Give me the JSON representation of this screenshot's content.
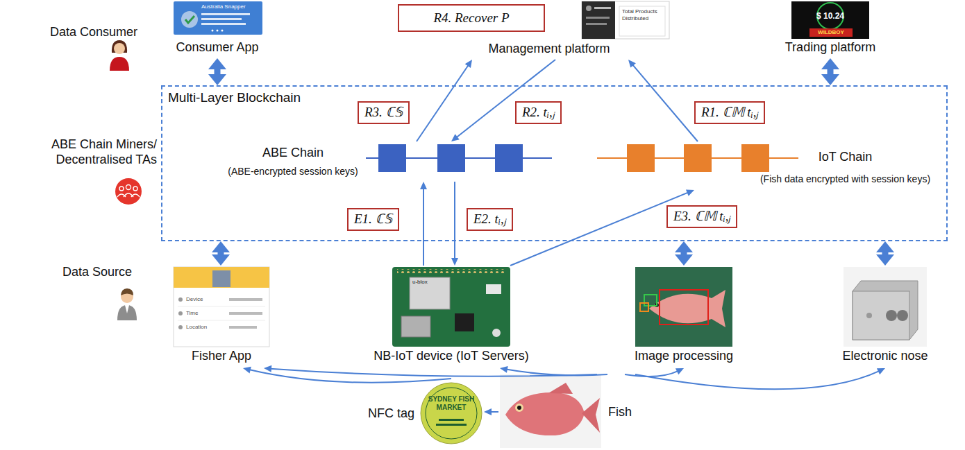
{
  "diagram": {
    "nodes": [
      {
        "text": [
          "Consumer App"
        ]
      },
      {
        "text": [
          "Management platform"
        ]
      },
      {
        "text": [
          "Trading platform"
        ]
      },
      {
        "text": [
          "R4. Recover P"
        ]
      },
      {
        "text": [
          "Multi-Layer Blockchain"
        ]
      },
      {
        "text": [
          "ABE Chain",
          "(ABE-encrypted session keys)"
        ],
        "in": 4
      },
      {
        "text": [
          "IoT Chain",
          "(Fish data encrypted with session keys)"
        ],
        "in": 4
      },
      {
        "text": [
          "Fisher App"
        ]
      },
      {
        "text": [
          "NB-IoT device (IoT Servers)"
        ]
      },
      {
        "text": [
          "Image processing"
        ]
      },
      {
        "text": [
          "Electronic nose"
        ]
      },
      {
        "text": [
          "NFC tag"
        ]
      },
      {
        "text": [
          "Fish"
        ]
      }
    ],
    "edges": [
      {
        "from": 0,
        "to": 4,
        "arrow": "both"
      },
      {
        "from": 2,
        "to": 4,
        "arrow": "both"
      },
      {
        "from": 5,
        "to": 1,
        "label": "R3. ℂ𝕊",
        "arrow": "to"
      },
      {
        "from": 1,
        "to": 5,
        "label": "R2. tᵢ,ⱼ",
        "arrow": "to"
      },
      {
        "from": 6,
        "to": 1,
        "label": "R1. ℂ𝕄 tᵢ,ⱼ",
        "arrow": "to"
      },
      {
        "from": 8,
        "to": 5,
        "label": "E1. ℂ𝕊",
        "arrow": "to"
      },
      {
        "from": 5,
        "to": 8,
        "label": "E2. tᵢ,ⱼ",
        "arrow": "to"
      },
      {
        "from": 8,
        "to": 6,
        "label": "E3. ℂ𝕄 tᵢ,ⱼ",
        "arrow": "to"
      },
      {
        "from": 7,
        "to": 4,
        "arrow": "both"
      },
      {
        "from": 9,
        "to": 4,
        "arrow": "both"
      },
      {
        "from": 10,
        "to": 4,
        "arrow": "both"
      },
      {
        "from": 12,
        "to": 7,
        "arrow": "to"
      },
      {
        "from": 12,
        "to": 8,
        "arrow": "to"
      },
      {
        "from": 12,
        "to": 9,
        "arrow": "to"
      },
      {
        "from": 12,
        "to": 10,
        "arrow": "to"
      },
      {
        "from": 12,
        "to": 11,
        "arrow": "to"
      },
      {
        "from": 11,
        "to": 7,
        "arrow": "to"
      }
    ],
    "labels": [
      "Data Consumer",
      "ABE Chain Miners/ Decentralised TAs",
      "Data Source",
      "Australia Snapper",
      "Total Products Distributed",
      "$ 10.24",
      "WILDBOY",
      "Device",
      "Time",
      "Location",
      "u-blox",
      "SYDNEY FISH MARKET"
    ]
  }
}
